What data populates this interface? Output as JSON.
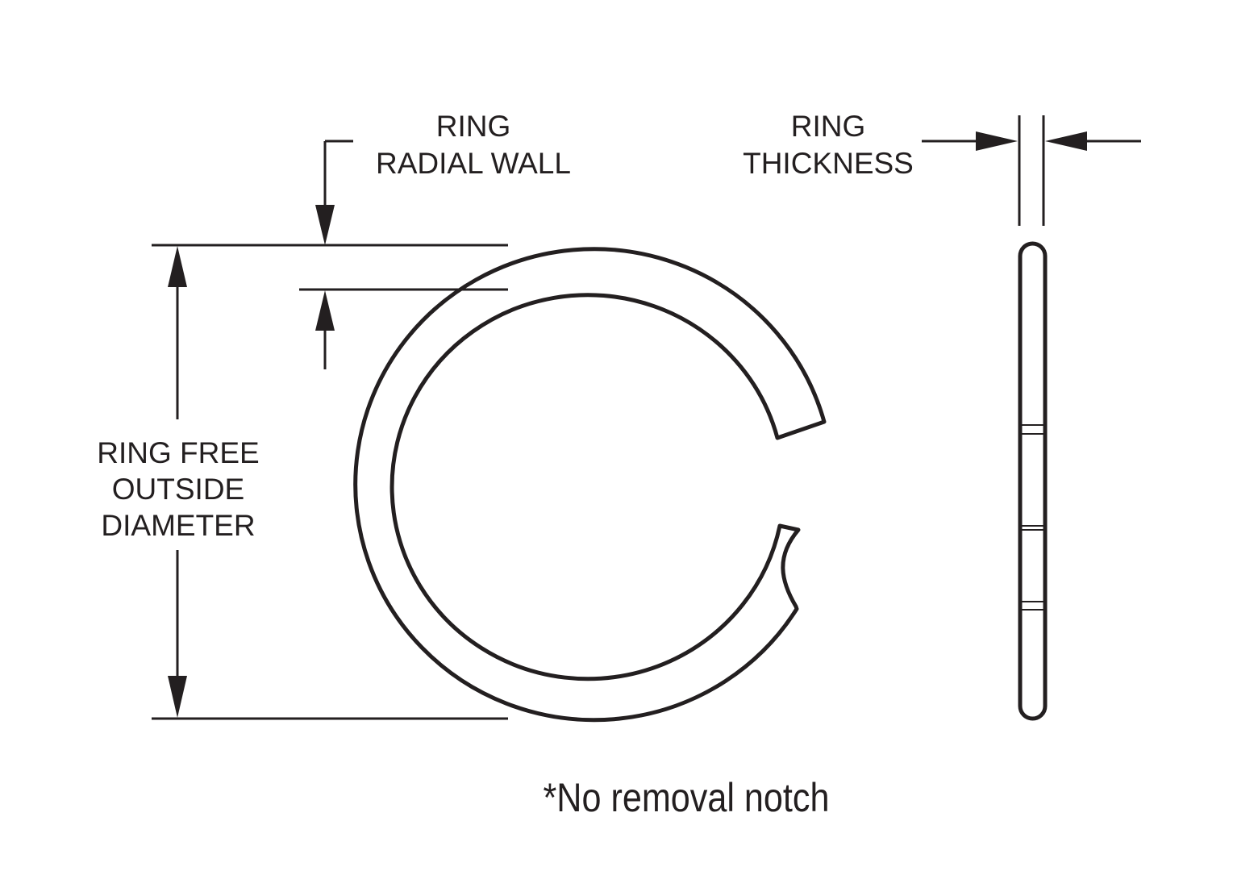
{
  "labels": {
    "radial_wall": [
      "RING",
      "RADIAL WALL"
    ],
    "thickness": [
      "RING",
      "THICKNESS"
    ],
    "outside_diameter": [
      "RING FREE",
      "OUTSIDE",
      "DIAMETER"
    ],
    "footnote": "*No removal notch"
  },
  "colors": {
    "ink": "#231f20",
    "background": "#ffffff"
  }
}
